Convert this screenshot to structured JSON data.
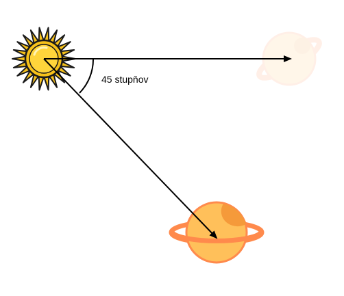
{
  "diagram": {
    "angle_label": "45 stupňov",
    "angle_degrees": 45,
    "objects": [
      {
        "name": "sun",
        "icon": "sun-icon"
      },
      {
        "name": "planet-start",
        "icon": "ringed-planet-icon",
        "state": "faded"
      },
      {
        "name": "planet-end",
        "icon": "ringed-planet-icon",
        "state": "solid"
      }
    ],
    "colors": {
      "sun_core": "#f7c21a",
      "sun_outline": "#1a1a1a",
      "planet_body": "#ffc05a",
      "planet_ring": "#ff8a4c",
      "planet_spot": "#f59a3a",
      "arrow": "#000000"
    }
  }
}
